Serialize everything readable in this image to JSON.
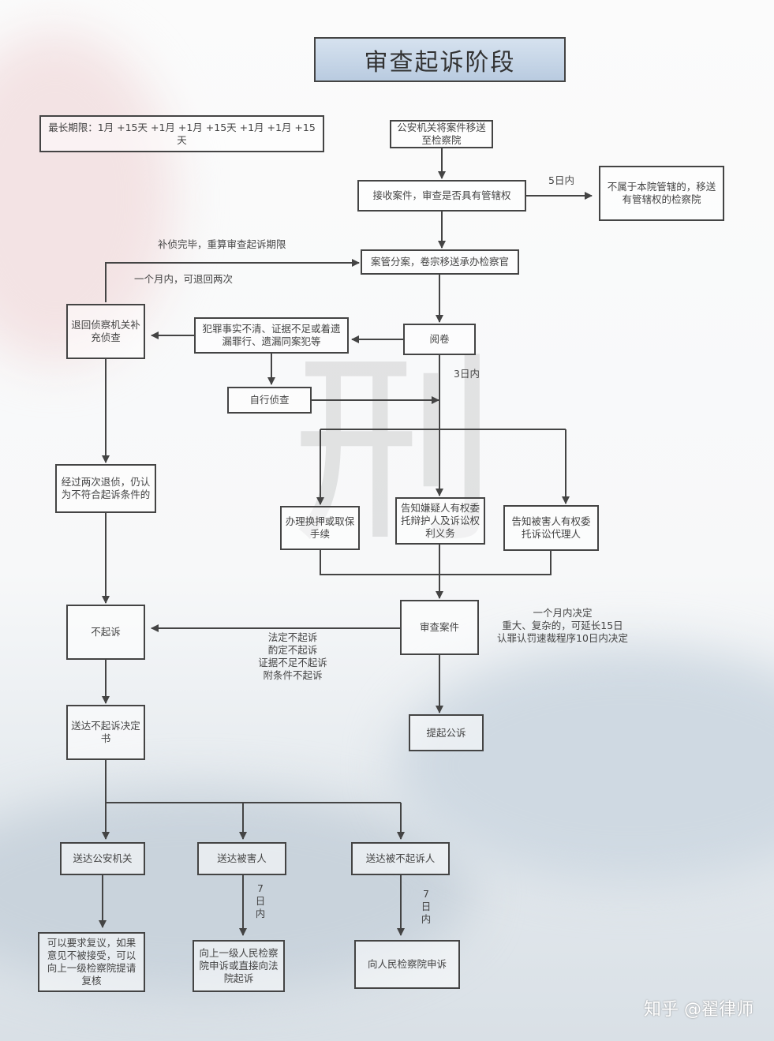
{
  "title": "审查起诉阶段",
  "nodes": {
    "limit": "最长期限：1月 +15天 +1月 +1月 +15天 +1月 +1月 +15天",
    "police_transfer": "公安机关将案件移送至检察院",
    "receive": "接收案件，审查是否具有管辖权",
    "no_jurisdiction": "不属于本院管辖的，移送有管辖权的检察院",
    "case_assign": "案管分案，卷宗移送承办检察官",
    "return_investigation": "退回侦察机关补充侦查",
    "unclear_facts": "犯罪事实不清、证据不足或着遗漏罪行、遗漏同案犯等",
    "read_file": "阅卷",
    "self_investigate": "自行侦查",
    "twice_returned": "经过两次退侦，仍认为不符合起诉条件的",
    "bail": "办理换押或取保手续",
    "notify_suspect": "告知嫌疑人有权委托辩护人及诉讼权利义务",
    "notify_victim": "告知被害人有权委托诉讼代理人",
    "non_prosecution": "不起诉",
    "review_case": "审查案件",
    "public_prosecution": "提起公诉",
    "deliver_decision": "送达不起诉决定书",
    "deliver_police": "送达公安机关",
    "deliver_victim": "送达被害人",
    "deliver_non_prosecuted": "送达被不起诉人",
    "police_review": "可以要求复议，如果意见不被接受，可以向上一级检察院提请复核",
    "victim_appeal": "向上一级人民检察院申诉或直接向法院起诉",
    "non_prosecuted_appeal": "向人民检察院申诉"
  },
  "labels": {
    "five_days": "5日内",
    "supplement_done": "补侦完毕，重算审查起诉期限",
    "within_month_twice": "一个月内，可退回两次",
    "three_days": "3日内",
    "decision_line1": "一个月内决定",
    "decision_line2": "重大、复杂的，可延长15日",
    "decision_line3": "认罪认罚速裁程序10日内决定",
    "np_type1": "法定不起诉",
    "np_type2": "酌定不起诉",
    "np_type3": "证据不足不起诉",
    "np_type4": "附条件不起诉",
    "seven_days_a": "7日内",
    "seven_days_b": "7日内"
  },
  "watermark": "知乎 @翟律师",
  "brush_text": "刑"
}
